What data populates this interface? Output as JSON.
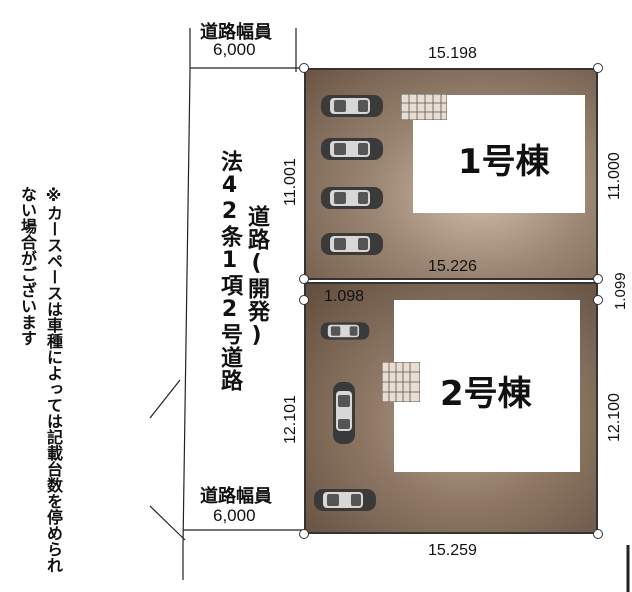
{
  "road_top": {
    "label": "道路幅員",
    "width": "6,000"
  },
  "road_bottom": {
    "label": "道路幅員",
    "width": "6,000"
  },
  "road_name_col1": "法42条1項2号道路",
  "road_name_col2": "道路(開発)",
  "note": "※カースペースは車種によっては記載台数を停められない場合がございます",
  "lot1": {
    "label": "1号棟",
    "top_width": "15.198",
    "bottom_width": "15.226",
    "left_depth": "11.001",
    "right_depth": "11.000"
  },
  "lot2": {
    "label": "2号棟",
    "bottom_width": "15.259",
    "left_depth": "12.101",
    "right_depth": "12.100",
    "corner_left": "1.098",
    "corner_right": "1.099"
  }
}
